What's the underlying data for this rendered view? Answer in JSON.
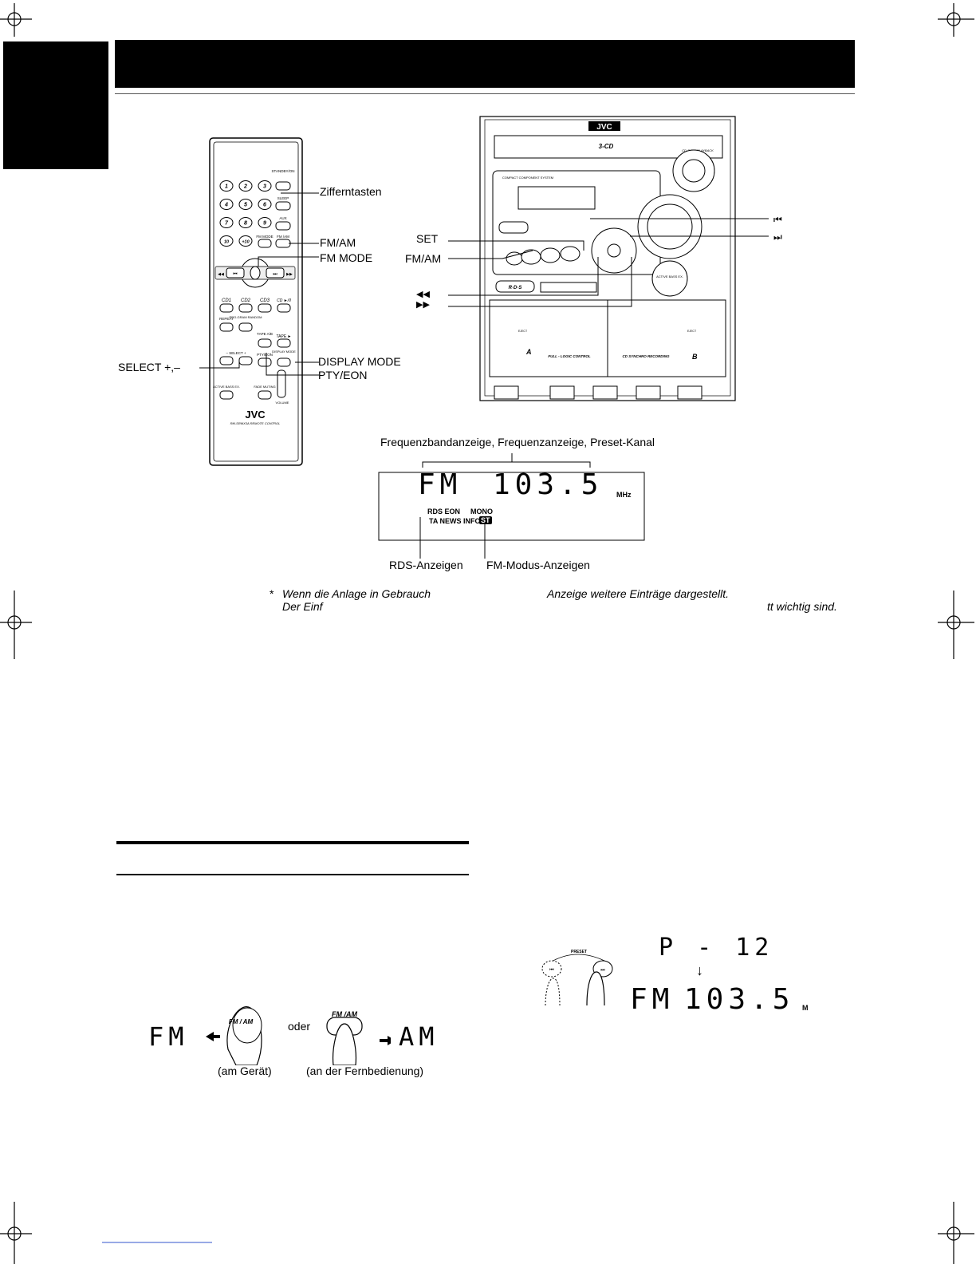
{
  "remote_labels": {
    "zifferntasten": "Zifferntasten",
    "fm_am": "FM/AM",
    "fm_mode": "FM MODE",
    "select": "SELECT +,–",
    "display_mode": "DISPLAY MODE",
    "pty_eon": "PTY/EON"
  },
  "unit_labels": {
    "set": "SET",
    "fm_am": "FM/AM",
    "prev_track": "⏮",
    "next_track": "⏭",
    "rewind": "◀◀",
    "fast_forward": "▶▶"
  },
  "remote": {
    "brand": "JVC",
    "model": "RM-SRMX3A  REMOTE CONTROL",
    "keys": [
      "1",
      "2",
      "3",
      "4",
      "5",
      "6",
      "7",
      "8",
      "9",
      "10",
      "+10"
    ],
    "standby": "STANDBY/ON",
    "sleep": "SLEEP",
    "aux": "AUX",
    "fm_mode": "FM MODE",
    "fm_am": "FM /AM",
    "cd_keys": [
      "CD1",
      "CD2",
      "CD3",
      "CD ►/II"
    ],
    "repeat": "REPEAT",
    "program_random": "PRO-GRAM RANDOM",
    "tape_ab": "TAPE A/B",
    "tape": "TAPE ►",
    "select": "– SELECT +",
    "display_mode": "DISPLAY MODE",
    "pty_eon": "PTY/EON",
    "active_bass": "ACTIVE BASS EX.",
    "fade_muting": "FADE MUTING",
    "volume": "VOLUME"
  },
  "unit": {
    "brand": "JVC",
    "three_cd": "3-CD",
    "cd_rw": "CD-R/RW PLAYBACK",
    "compact_system": "COMPACT   COMPONENT   SYSTEM",
    "rds": "R·D·S",
    "active_bass": "ACTIVE BASS EX.",
    "deck_a": "A",
    "deck_b": "B",
    "full_logic": "FULL - LOGIC CONTROL",
    "synchro": "CD SYNCHRO RECORDING",
    "eject": "EJECT"
  },
  "display": {
    "caption": "Frequenzbandanzeige, Frequenzanzeige, Preset-Kanal",
    "band": "FM",
    "freq": "103.5",
    "unit": "MHz",
    "rds_eon": "RDS EON",
    "mono": "MONO",
    "ta_news_info": "TA NEWS INFO",
    "st": "ST",
    "rds_label": "RDS-Anzeigen",
    "fm_mode_label": "FM-Modus-Anzeigen"
  },
  "note": {
    "star": "*",
    "line1a": "Wenn die Anlage in Gebrauch",
    "line1b": "Anzeige weitere Einträge dargestellt.",
    "line2a": "Der Einf",
    "line2b": "tt wichtig sind."
  },
  "band_figure": {
    "fm": "FM",
    "am": "AM",
    "oder": "oder",
    "unit_btn": "FM / AM",
    "remote_btn": "FM /AM",
    "am_geraet": "(am Gerät)",
    "an_fernbedienung": "(an der Fernbedienung)"
  },
  "preset_figure": {
    "preset": "PRESET",
    "p12": "P - 12",
    "fm": "FM",
    "freq": "103.5",
    "m": "M"
  }
}
